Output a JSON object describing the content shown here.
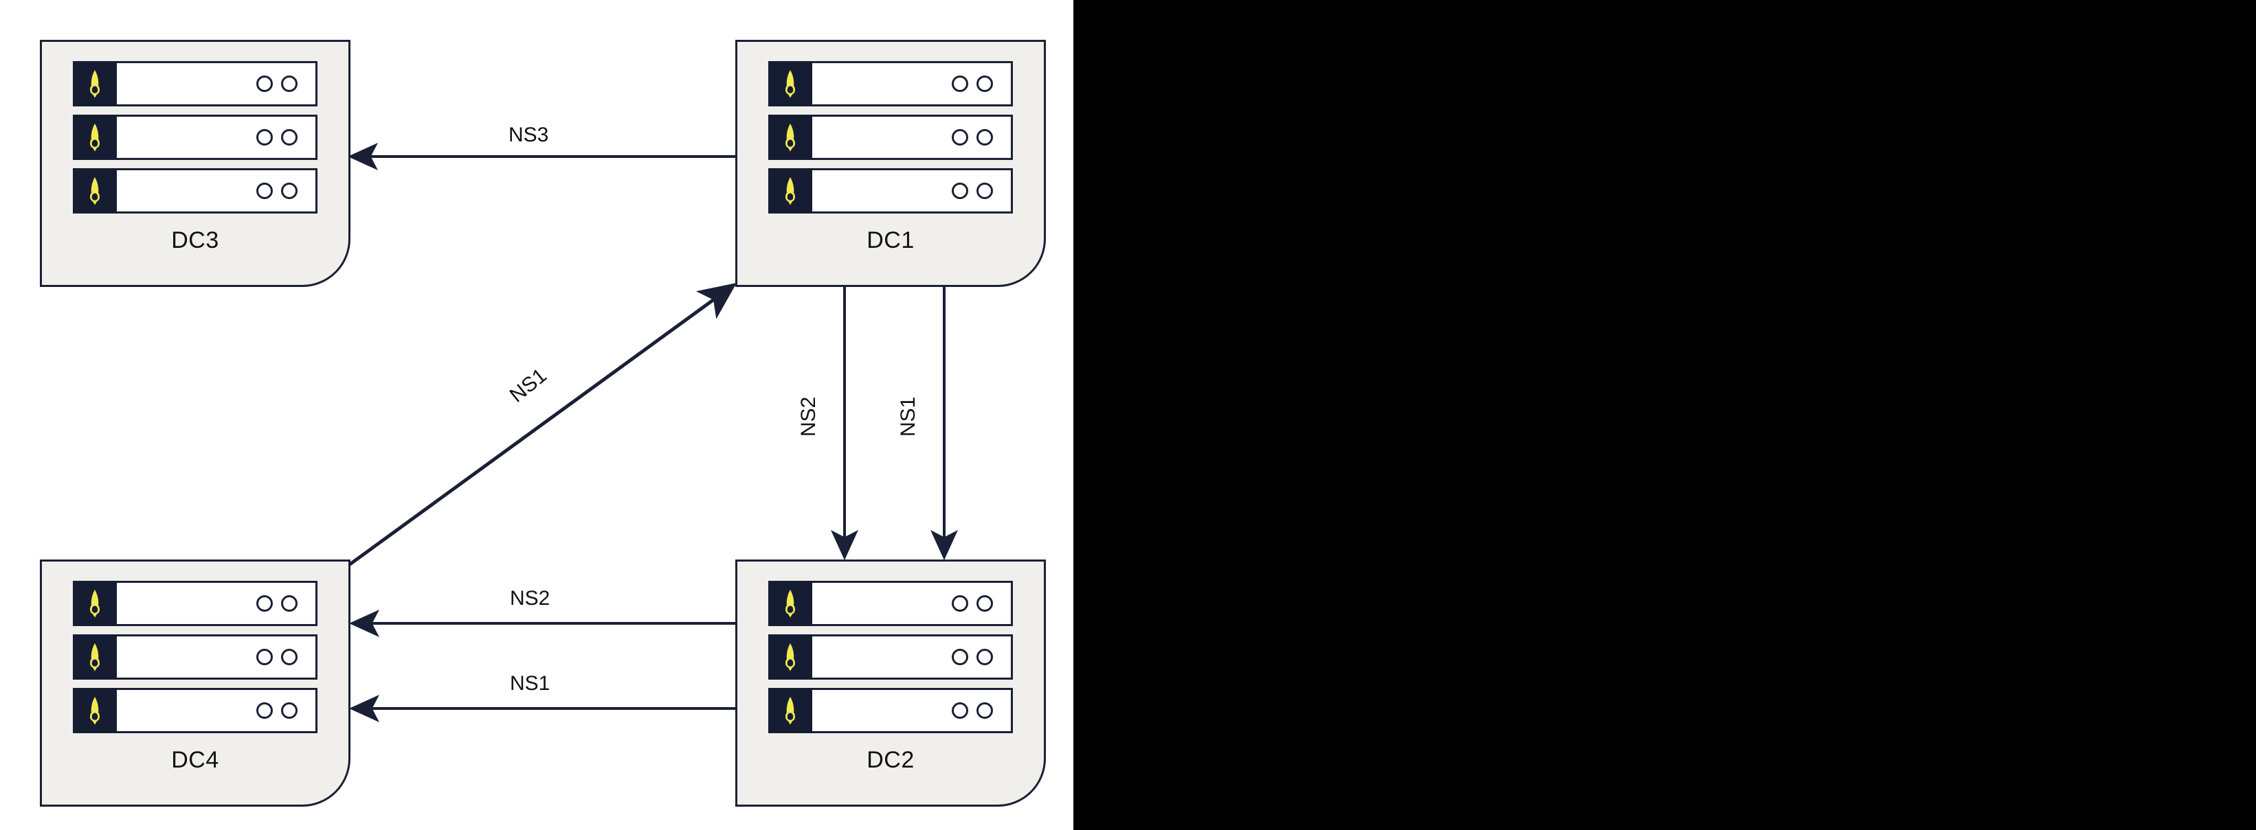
{
  "diagram": {
    "type": "network-replication-topology",
    "background_color": "#ffffff",
    "panel_color": "#000000",
    "node_fill": "#f0efec",
    "node_stroke": "#1a2035",
    "icon_bg": "#161d33",
    "icon_color": "#f2ea52",
    "link_color": "#1a2035",
    "nodes": [
      {
        "id": "dc3",
        "label": "DC3",
        "servers": [
          {
            "icon": "rocket-icon",
            "leds": 2
          },
          {
            "icon": "rocket-icon",
            "leds": 2
          },
          {
            "icon": "rocket-icon",
            "leds": 2
          }
        ]
      },
      {
        "id": "dc1",
        "label": "DC1",
        "servers": [
          {
            "icon": "rocket-icon",
            "leds": 2
          },
          {
            "icon": "rocket-icon",
            "leds": 2
          },
          {
            "icon": "rocket-icon",
            "leds": 2
          }
        ]
      },
      {
        "id": "dc4",
        "label": "DC4",
        "servers": [
          {
            "icon": "rocket-icon",
            "leds": 2
          },
          {
            "icon": "rocket-icon",
            "leds": 2
          },
          {
            "icon": "rocket-icon",
            "leds": 2
          }
        ]
      },
      {
        "id": "dc2",
        "label": "DC2",
        "servers": [
          {
            "icon": "rocket-icon",
            "leds": 2
          },
          {
            "icon": "rocket-icon",
            "leds": 2
          },
          {
            "icon": "rocket-icon",
            "leds": 2
          }
        ]
      }
    ],
    "links": [
      {
        "id": "ns3-dc1-dc3",
        "label": "NS3",
        "from": "dc1",
        "to": "dc3",
        "orientation": "horizontal"
      },
      {
        "id": "ns1-dc4-dc1",
        "label": "NS1",
        "from": "dc4",
        "to": "dc1",
        "orientation": "diagonal"
      },
      {
        "id": "ns2-dc1-dc2",
        "label": "NS2",
        "from": "dc1",
        "to": "dc2",
        "orientation": "vertical"
      },
      {
        "id": "ns1-dc1-dc2",
        "label": "NS1",
        "from": "dc1",
        "to": "dc2",
        "orientation": "vertical"
      },
      {
        "id": "ns2-dc2-dc4",
        "label": "NS2",
        "from": "dc2",
        "to": "dc4",
        "orientation": "horizontal"
      },
      {
        "id": "ns1-dc2-dc4",
        "label": "NS1",
        "from": "dc2",
        "to": "dc4",
        "orientation": "horizontal"
      }
    ]
  }
}
